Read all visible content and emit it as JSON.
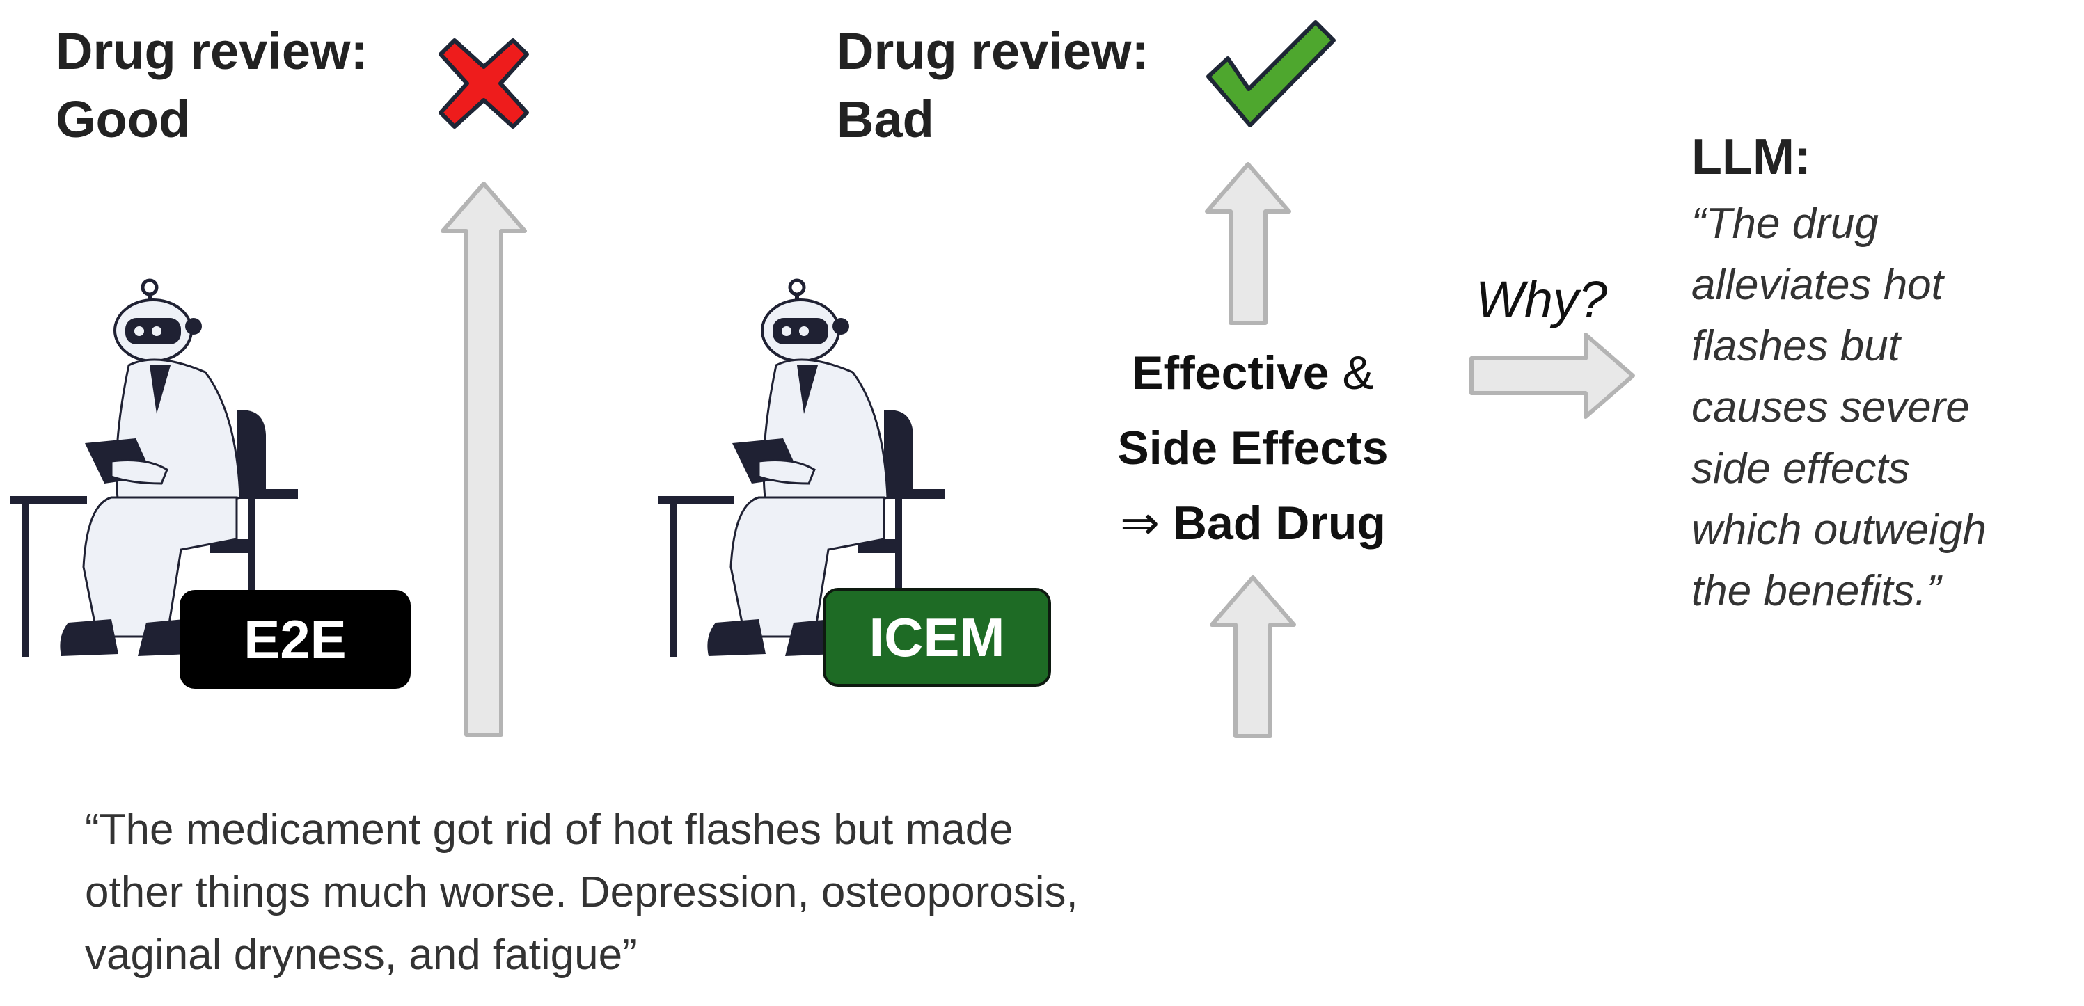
{
  "left_panel": {
    "review_line1": "Drug review:",
    "review_line2": "Good",
    "verdict_icon": "red-cross-icon",
    "model_badge": "E2E",
    "badge_color": "#000000"
  },
  "right_panel": {
    "review_line1": "Drug review:",
    "review_line2": "Bad",
    "verdict_icon": "green-check-icon",
    "model_badge": "ICEM",
    "badge_color": "#1e6b25"
  },
  "reasoning": {
    "line1_bold": "Effective",
    "line1_rest": " &",
    "line2": "Side Effects",
    "line3_symbol": "⇒",
    "line3_bold": " Bad Drug"
  },
  "why_label": "Why?",
  "llm": {
    "title": "LLM:",
    "quote_lines": [
      "“The drug",
      "alleviates hot",
      "flashes but",
      "causes severe",
      "side effects",
      "which outweigh",
      "the benefits.”"
    ]
  },
  "review_text_lines": [
    "“The medicament got rid of hot flashes but made",
    "other things much worse. Depression, osteoporosis,",
    "vaginal dryness, and fatigue”"
  ],
  "colors": {
    "cross": "#ee1c1c",
    "check": "#4ea72e",
    "arrow_fill": "#e8e8e8",
    "arrow_stroke": "#b4b4b4",
    "figure_dark": "#1f2133",
    "figure_light": "#eef1f7"
  }
}
